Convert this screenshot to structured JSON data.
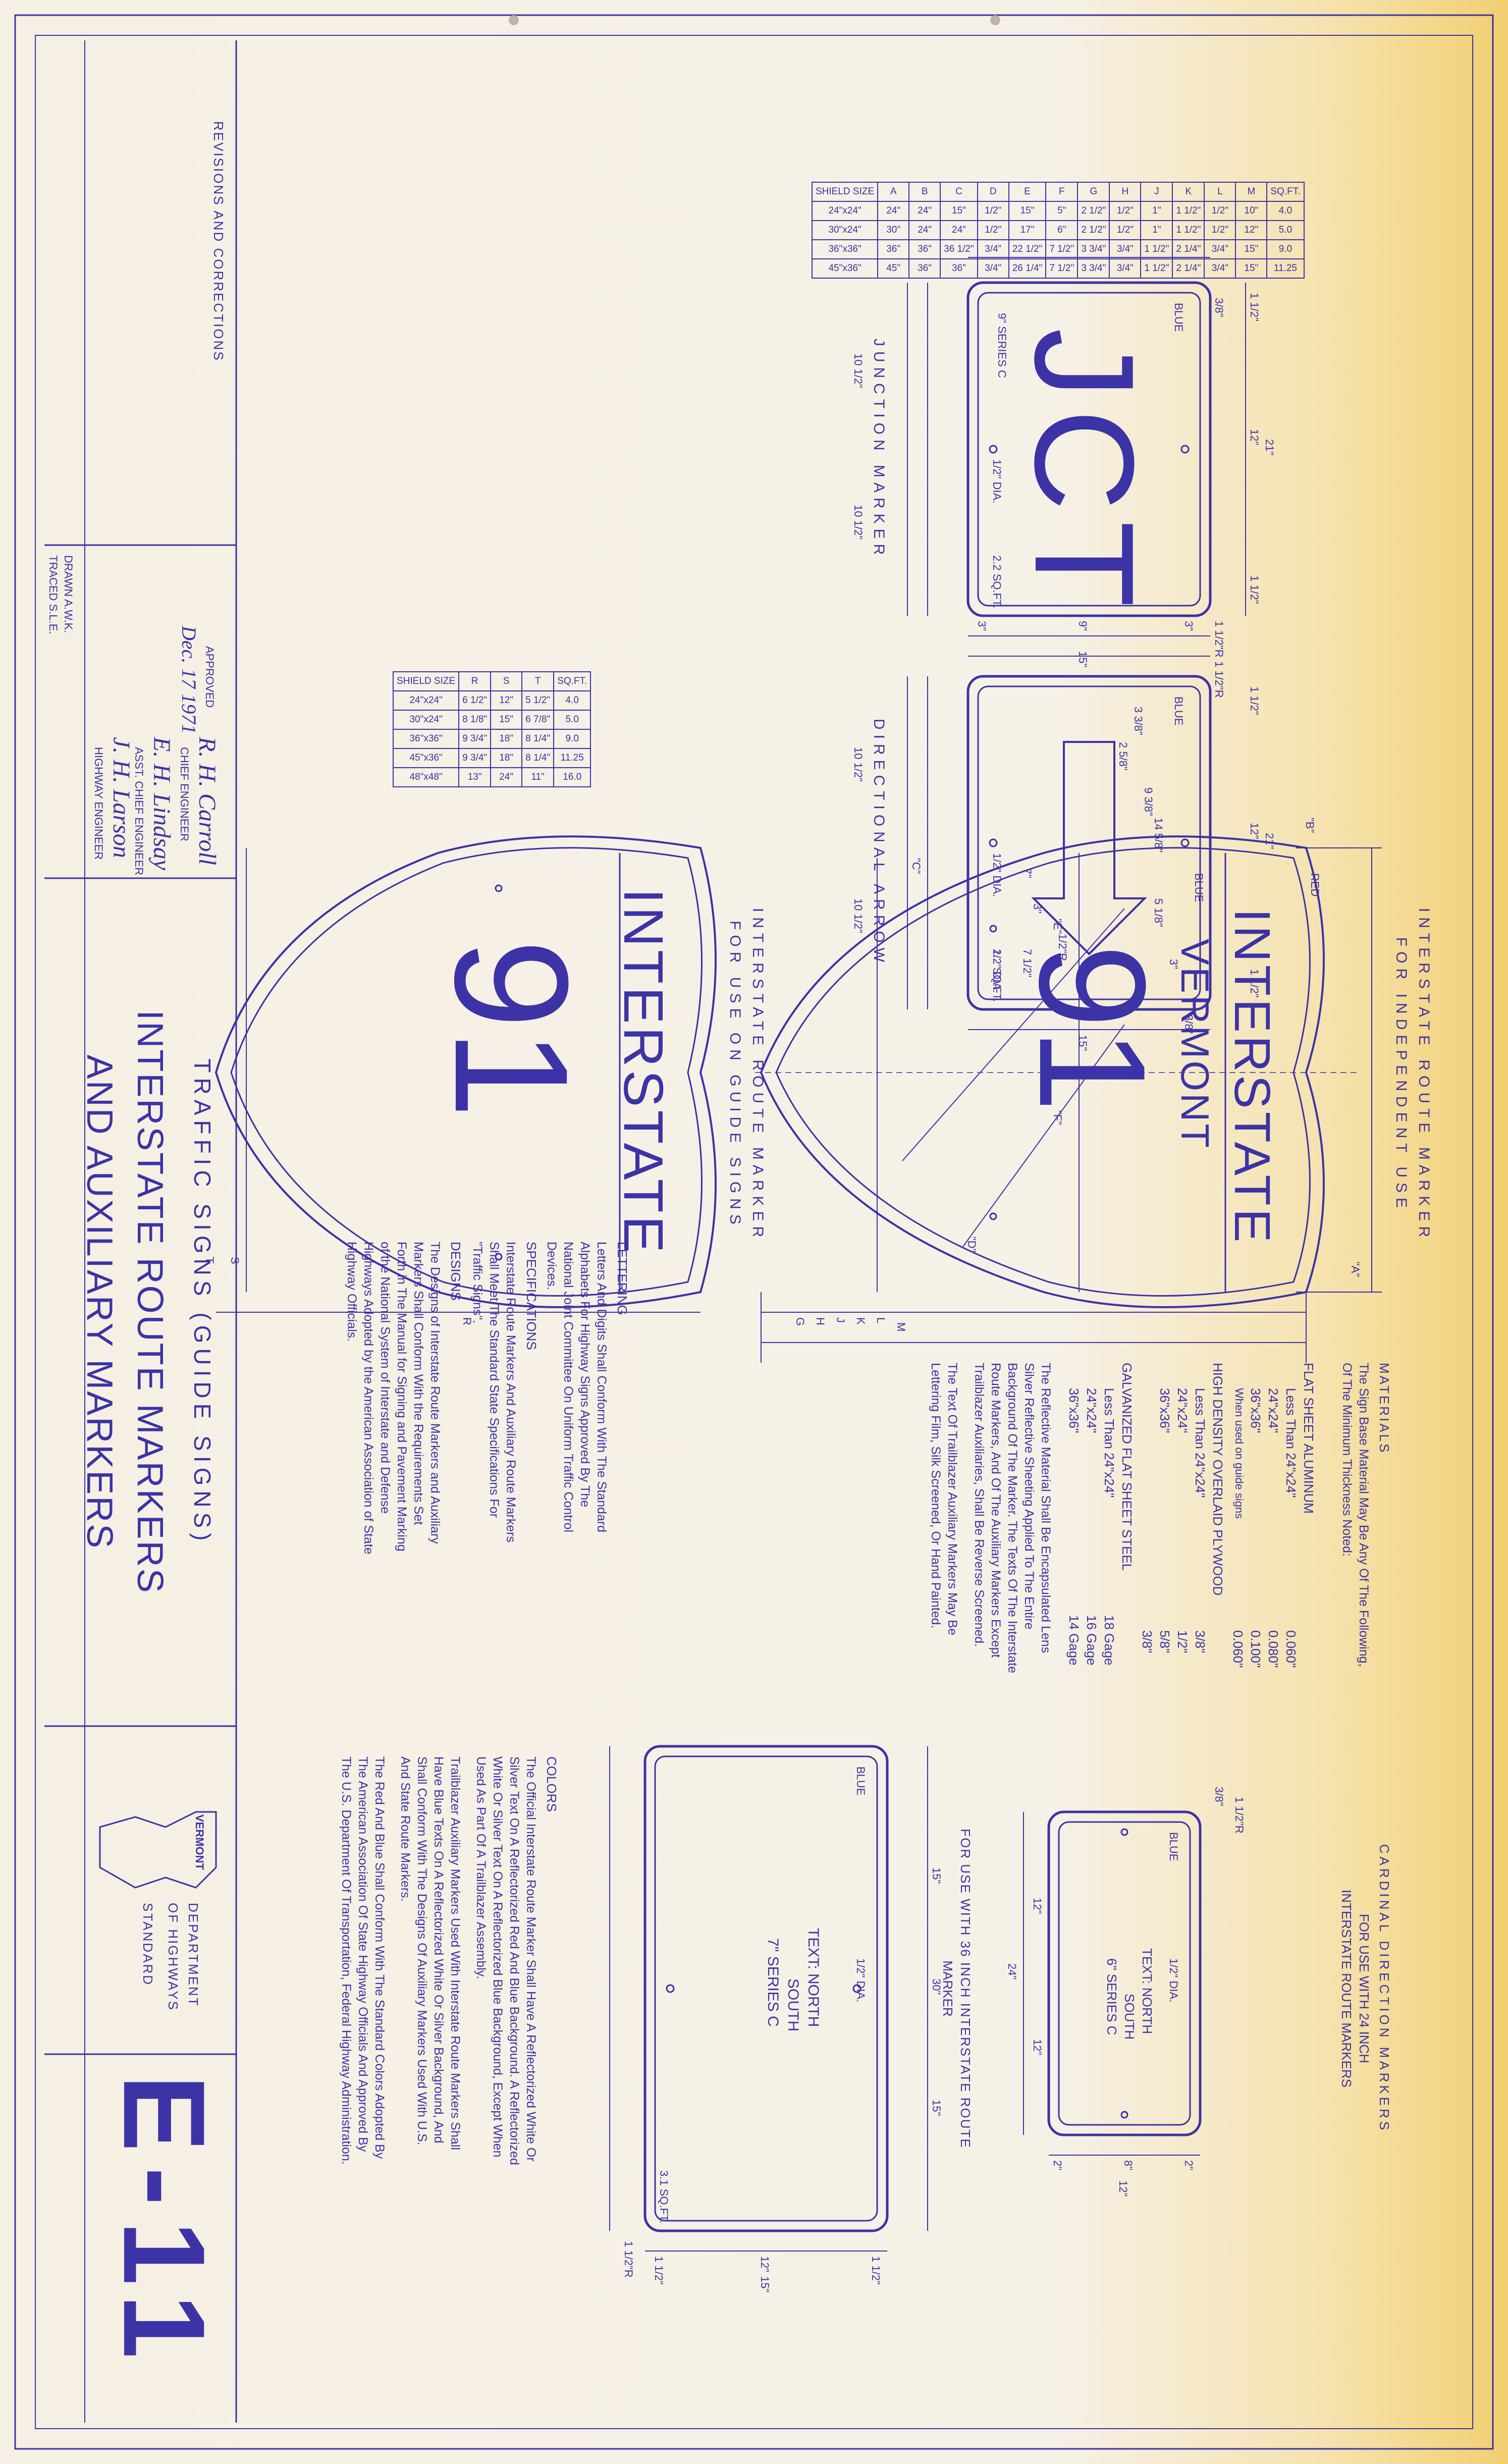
{
  "drawing": {
    "number": "E-11",
    "agency": {
      "state": "VERMONT",
      "line1": "DEPARTMENT",
      "line2": "OF HIGHWAYS",
      "standard": "STANDARD"
    },
    "title": {
      "line1": "TRAFFIC SIGNS (GUIDE SIGNS)",
      "line2": "INTERSTATE ROUTE MARKERS",
      "line3": "AND AUXILIARY MARKERS"
    },
    "revisions": "REVISIONS AND CORRECTIONS",
    "approval": {
      "approved": "APPROVED",
      "date": "Dec. 17 1971",
      "drawn": "DRAWN  A.W.K.",
      "traced": "TRACED  S.L.E.",
      "sig1": "R. H. Carroll",
      "role1": "CHIEF ENGINEER",
      "sig2": "E. H. Lindsay",
      "role2": "ASST. CHIEF ENGINEER",
      "sig3": "J. H. Larson",
      "role3": "HIGHWAY ENGINEER"
    }
  },
  "marker_independent": {
    "heading1": "INTERSTATE   ROUTE   MARKER",
    "heading2": "FOR   INDEPENDENT   USE",
    "band_text": "INTERSTATE",
    "state_text": "VERMONT",
    "number": "91",
    "color_red": "RED",
    "color_blue": "BLUE",
    "hole": "1/2\" DIA.",
    "dims": [
      "\"A\"",
      "\"B\"",
      "\"C\"",
      "\"D\"",
      "\"E\"",
      "\"F\"",
      "G",
      "H",
      "J",
      "K",
      "L",
      "M"
    ]
  },
  "table1": {
    "header": [
      "SHIELD SIZE",
      "A",
      "B",
      "C",
      "D",
      "E",
      "F",
      "G",
      "H",
      "J",
      "K",
      "L",
      "M",
      "SQ.FT."
    ],
    "rows": [
      [
        "24\"x24\"",
        "24\"",
        "24\"",
        "15\"",
        "1/2\"",
        "15\"",
        "5\"",
        "2 1/2\"",
        "1/2\"",
        "1\"",
        "1 1/2\"",
        "1/2\"",
        "10\"",
        "4.0"
      ],
      [
        "30\"x24\"",
        "30\"",
        "24\"",
        "24\"",
        "1/2\"",
        "17\"",
        "6\"",
        "2 1/2\"",
        "1/2\"",
        "1\"",
        "1 1/2\"",
        "1/2\"",
        "12\"",
        "5.0"
      ],
      [
        "36\"x36\"",
        "36\"",
        "36\"",
        "36 1/2\"",
        "3/4\"",
        "22 1/2\"",
        "7 1/2\"",
        "3 3/4\"",
        "3/4\"",
        "1 1/2\"",
        "2 1/4\"",
        "3/4\"",
        "15\"",
        "9.0"
      ],
      [
        "45\"x36\"",
        "45\"",
        "36\"",
        "36\"",
        "3/4\"",
        "26 1/4\"",
        "7 1/2\"",
        "3 3/4\"",
        "3/4\"",
        "1 1/2\"",
        "2 1/4\"",
        "3/4\"",
        "15\"",
        "11.25"
      ]
    ]
  },
  "marker_guide": {
    "heading1": "INTERSTATE   ROUTE   MARKER",
    "heading2": "FOR  USE  ON  GUIDE  SIGNS",
    "band_text": "INTERSTATE",
    "number": "91",
    "dims": [
      "R",
      "S",
      "T"
    ]
  },
  "table2": {
    "header": [
      "SHIELD SIZE",
      "R",
      "S",
      "T",
      "SQ.FT."
    ],
    "rows": [
      [
        "24\"x24\"",
        "6 1/2\"",
        "12\"",
        "5 1/2\"",
        "4.0"
      ],
      [
        "30\"x24\"",
        "8 1/8\"",
        "15\"",
        "6 7/8\"",
        "5.0"
      ],
      [
        "36\"x36\"",
        "9 3/4\"",
        "18\"",
        "8 1/4\"",
        "9.0"
      ],
      [
        "45\"x36\"",
        "9 3/4\"",
        "18\"",
        "8 1/4\"",
        "11.25"
      ],
      [
        "48\"x48\"",
        "13\"",
        "24\"",
        "11\"",
        "16.0"
      ]
    ]
  },
  "junction": {
    "title": "JUNCTION      MARKER",
    "text": "JCT",
    "color": "BLUE",
    "series": "9\" SERIES  C",
    "hole": "1/2\" DIA.",
    "area": "2.2 SQ.FT.",
    "dims": [
      "1 1/2\"",
      "12\"",
      "1 1/2\"",
      "3/8\"",
      "1 1/2\"R",
      "10 1/2\"",
      "10 1/2\"",
      "21\"",
      "3\"",
      "9\"",
      "3\"",
      "15\""
    ]
  },
  "arrow": {
    "title": "DIRECTIONAL      ARROW",
    "color": "BLUE",
    "hole": "1/2\" DIA.",
    "area": "2.2 SQ.FT.",
    "dims": [
      "1 1/2\"",
      "12\"",
      "1 1/2\"",
      "1 1/2\"R",
      "3 3/8\"",
      "2 5/8\"",
      "9 3/8\"",
      "14 5/8\"",
      "5 1/8\"",
      "3\"",
      "7\"",
      "7 1/2\"",
      "1/2\"R.",
      "3\"",
      "3/8\"",
      "10 1/2\"",
      "10 1/2\"",
      "21\"",
      "15\""
    ]
  },
  "materials": {
    "heading": "MATERIALS",
    "intro": "The Sign Base Material May Be Any Of The Following, Of The Minimum Thickness Noted:",
    "groups": [
      {
        "title": "FLAT SHEET ALUMINUM",
        "rows": [
          [
            "Less Than 24\"x24\"",
            "0.060\""
          ],
          [
            "24\"x24\"",
            "0.080\""
          ],
          [
            "36\"x36\"",
            "0.100\""
          ],
          [
            "When used on guide signs",
            "0.060\""
          ]
        ]
      },
      {
        "title": "HIGH DENSITY OVERLAID PLYWOOD",
        "rows": [
          [
            "Less Than 24\"x24\"",
            "3/8\""
          ],
          [
            "24\"x24\"",
            "1/2\""
          ],
          [
            "36\"x36\"",
            "5/8\""
          ],
          [
            "",
            "3/8\""
          ]
        ]
      },
      {
        "title": "GALVANIZED FLAT SHEET STEEL",
        "rows": [
          [
            "Less Than 24\"x24\"",
            "18 Gage"
          ],
          [
            "24\"x24\"",
            "16 Gage"
          ],
          [
            "36\"x36\"",
            "14 Gage"
          ]
        ]
      }
    ],
    "reflective": "The Reflective Material Shall Be Encapsulated Lens Silver Reflective Sheeting Applied To The Entire Background Of The Marker. The Texts Of The Interstate Route Markers, And Of The Auxiliary Markers Except Trailblazer Auxiliaries, Shall Be Reverse Screened.",
    "trailblazer": "The Text Of Trailblazer Auxiliary Markers May Be Lettering Film, Silk Screened, Or Hand Painted."
  },
  "lettering": {
    "heading": "LETTERING",
    "text": "Letters And Digits Shall Conform With The Standard Alphabets For Highway Signs Approved By The National Joint Committee On Uniform Traffic Control Devices."
  },
  "specifications": {
    "heading": "SPECIFICATIONS",
    "text": "Interstate Route Markers And Auxiliary Route Markers Shall Meet The Standard State Specifications For \"Traffic Signs\"."
  },
  "designs": {
    "heading": "DESIGNS",
    "text": "The Designs of Interstate Route Markers and Auxiliary Markers Shall Conform With the Requirements Set Forth in The Manual for Signing and Pavement Marking of the National System of Interstate and Defense Highways Adopted by the American Association of State Highway Officials."
  },
  "colors": {
    "heading": "COLORS",
    "p1": "The Official Interstate Route Marker Shall Have A Reflectorized White Or Silver Text On A Reflectorized Red And Blue Background. A Reflectorized White Or Silver Text On A Reflectorized Blue Background, Except When Used As Part Of A Trailblazer Assembly.",
    "p2": "Trailblazer Auxiliary Markers Used With Interstate Route Markers Shall Have Blue Texts On A Reflectorized White Or Silver Background, And Shall Conform With The Designs Of Auxiliary Markers Used With U.S. And State Route Markers.",
    "p3": "The Red And Blue Shall Conform With The Standard Colors Adopted By The American Association Of State Highway Officials And Approved By The U.S. Department Of Transportation, Federal Highway Administration."
  },
  "cardinal_small": {
    "heading1": "CARDINAL       DIRECTION       MARKERS",
    "heading2": "FOR USE WITH 24 INCH",
    "heading3": "INTERSTATE ROUTE MARKERS",
    "color": "BLUE",
    "text1": "TEXT: NORTH",
    "text2": "SOUTH",
    "series": "6\" SERIES  C",
    "hole": "1/2\" DIA.",
    "dims": [
      "3/8\"",
      "1 1/2\"R",
      "12\"",
      "24\"",
      "12\"",
      "8\"",
      "2\"",
      "2\"",
      "12\""
    ]
  },
  "cardinal_large": {
    "heading1": "FOR USE WITH 36 INCH INTERSTATE ROUTE",
    "heading2": "MARKER",
    "color": "BLUE",
    "text1": "TEXT: NORTH",
    "text2": "SOUTH",
    "series": "7\" SERIES  C",
    "hole": "1/2\" DIA.",
    "area": "3.1 SQ.FT.",
    "dims": [
      "15\"",
      "30\"",
      "15\"",
      "1 1/2\"",
      "12\"",
      "1 1/2\"",
      "15\"",
      "1 1/2\"R"
    ]
  }
}
